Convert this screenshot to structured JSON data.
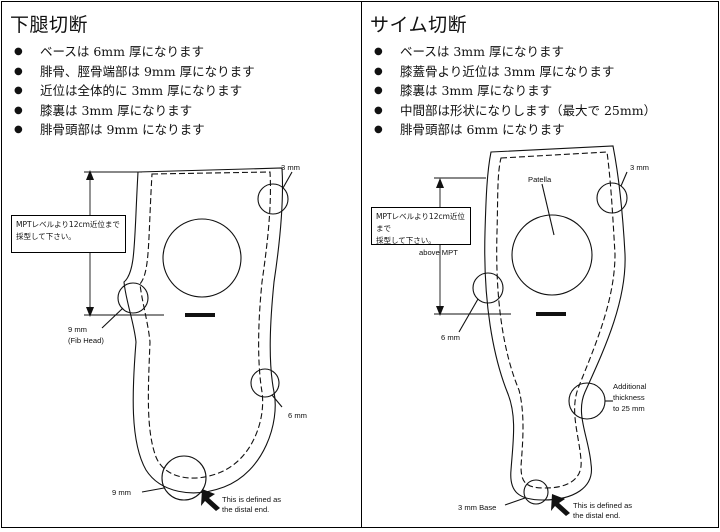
{
  "left": {
    "title": "下腿切断",
    "bullets": [
      "ベースは 6mm 厚になります",
      "腓骨、脛骨端部は 9mm 厚になります",
      "近位は全体的に 3mm 厚になります",
      "膝裏は 3mm 厚になります",
      "腓骨頭部は 9mm になります"
    ],
    "note_line1": "MPTレベルより12cm近位まで",
    "note_line2": "採型して下さい。",
    "labels": {
      "top_right": "3 mm",
      "fib_head_1": "9 mm",
      "fib_head_2": "(Fib Head)",
      "side_right": "6 mm",
      "bottom": "9 mm",
      "distal_1": "This is defined as",
      "distal_2": "the distal end."
    }
  },
  "right": {
    "title": "サイム切断",
    "bullets": [
      "ベースは 3mm 厚になります",
      "膝蓋骨より近位は 3mm 厚になります",
      "膝裏は 3mm 厚になります",
      "中間部は形状になりします（最大で 25mm）",
      "腓骨頭部は 6mm になります"
    ],
    "note_line1": "MPTレベルより12cm近位まで",
    "note_line2": "採型して下さい。",
    "labels": {
      "patella": "Patella",
      "top_right": "3 mm",
      "above_mpt": "above MPT",
      "left_6mm": "6 mm",
      "additional_1": "Additional",
      "additional_2": "thickness",
      "additional_3": "to 25 mm",
      "base": "3 mm Base",
      "distal_1": "This is defined as",
      "distal_2": "the distal end."
    }
  }
}
